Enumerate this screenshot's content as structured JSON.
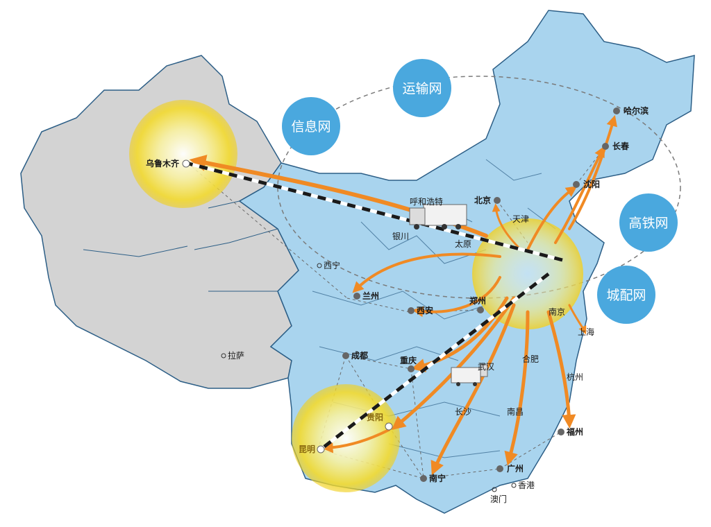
{
  "networks": [
    {
      "id": "info",
      "label": "信息网"
    },
    {
      "id": "transport",
      "label": "运输网"
    },
    {
      "id": "rail",
      "label": "高铁网"
    },
    {
      "id": "city",
      "label": "城配网"
    }
  ],
  "hubs": [
    {
      "id": "urumqi",
      "label": "乌鲁木齐"
    },
    {
      "id": "kunming",
      "label": "昆明"
    },
    {
      "id": "guiyang",
      "label": "贵阳"
    }
  ],
  "cities": [
    {
      "id": "harbin",
      "label": "哈尔滨"
    },
    {
      "id": "changchun",
      "label": "长春"
    },
    {
      "id": "shenyang",
      "label": "沈阳"
    },
    {
      "id": "beijing",
      "label": "北京"
    },
    {
      "id": "tianjin",
      "label": "天津"
    },
    {
      "id": "hohhot",
      "label": "呼和浩特"
    },
    {
      "id": "yinchuan",
      "label": "银川"
    },
    {
      "id": "taiyuan",
      "label": "太原"
    },
    {
      "id": "xining",
      "label": "西宁"
    },
    {
      "id": "lanzhou",
      "label": "兰州"
    },
    {
      "id": "xian",
      "label": "西安"
    },
    {
      "id": "zhengzhou",
      "label": "郑州"
    },
    {
      "id": "nanjing",
      "label": "南京"
    },
    {
      "id": "shanghai",
      "label": "上海"
    },
    {
      "id": "hefei",
      "label": "合肥"
    },
    {
      "id": "hangzhou",
      "label": "杭州"
    },
    {
      "id": "wuhan",
      "label": "武汉"
    },
    {
      "id": "chengdu",
      "label": "成都"
    },
    {
      "id": "chongqing",
      "label": "重庆"
    },
    {
      "id": "lhasa",
      "label": "拉萨"
    },
    {
      "id": "changsha",
      "label": "长沙"
    },
    {
      "id": "nanchang",
      "label": "南昌"
    },
    {
      "id": "fuzhou",
      "label": "福州"
    },
    {
      "id": "guangzhou",
      "label": "广州"
    },
    {
      "id": "nanning",
      "label": "南宁"
    },
    {
      "id": "hongkong",
      "label": "香港"
    },
    {
      "id": "macau",
      "label": "澳门"
    }
  ],
  "colors": {
    "land_east": "#a9d4ee",
    "land_west": "#d3d3d3",
    "border": "#2c5e86",
    "route": "#f08a24",
    "network_circle": "#4aa8de",
    "glow": "#f6e03a"
  }
}
